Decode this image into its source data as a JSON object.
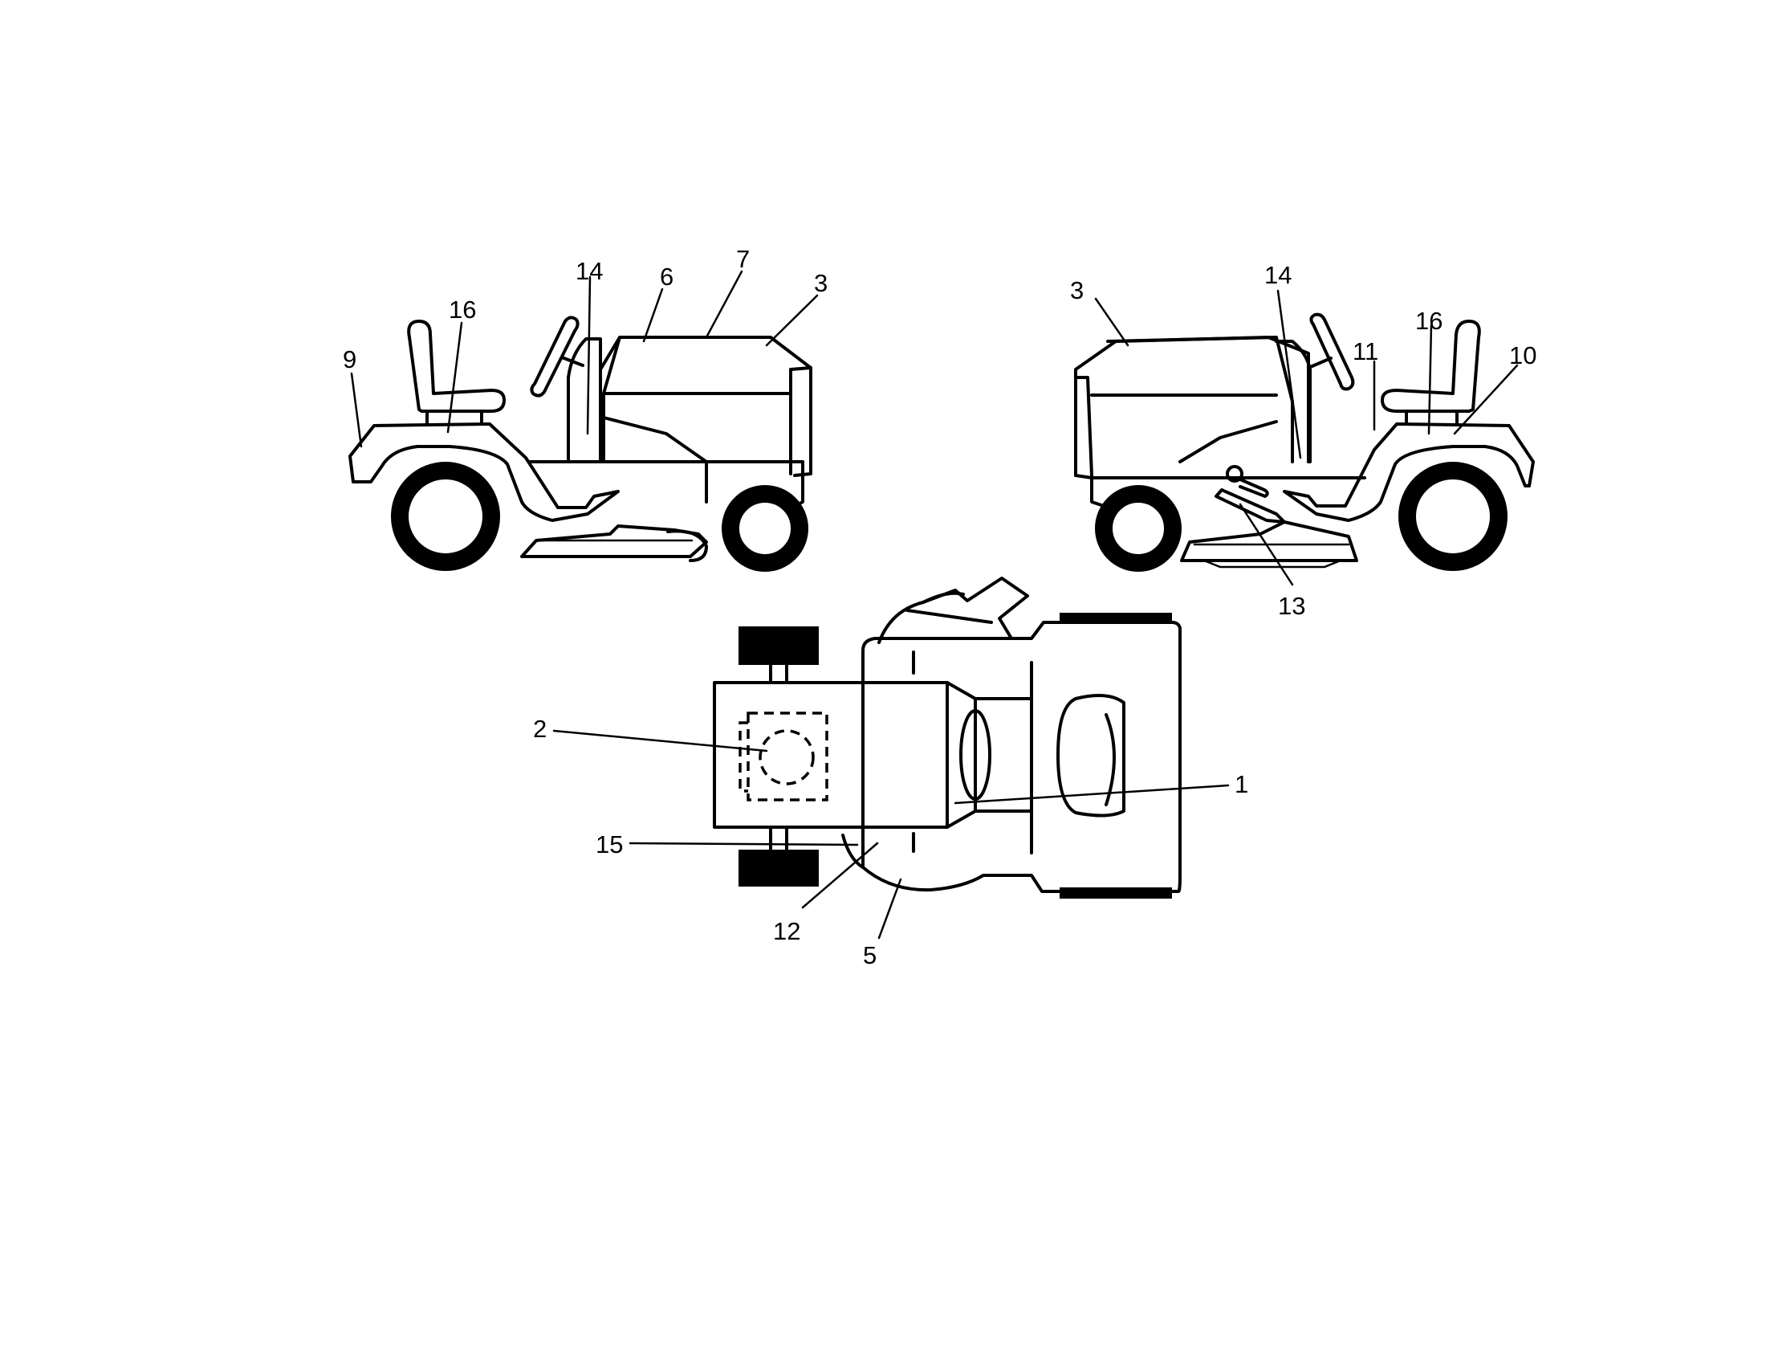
{
  "callouts": {
    "left_view": {
      "c14": "14",
      "c6": "6",
      "c7": "7",
      "c3": "3",
      "c16": "16",
      "c9": "9"
    },
    "right_view": {
      "c3": "3",
      "c14": "14",
      "c16": "16",
      "c11": "11",
      "c10": "10",
      "c13": "13"
    },
    "top_view": {
      "c2": "2",
      "c1": "1",
      "c15": "15",
      "c12": "12",
      "c5": "5"
    }
  }
}
